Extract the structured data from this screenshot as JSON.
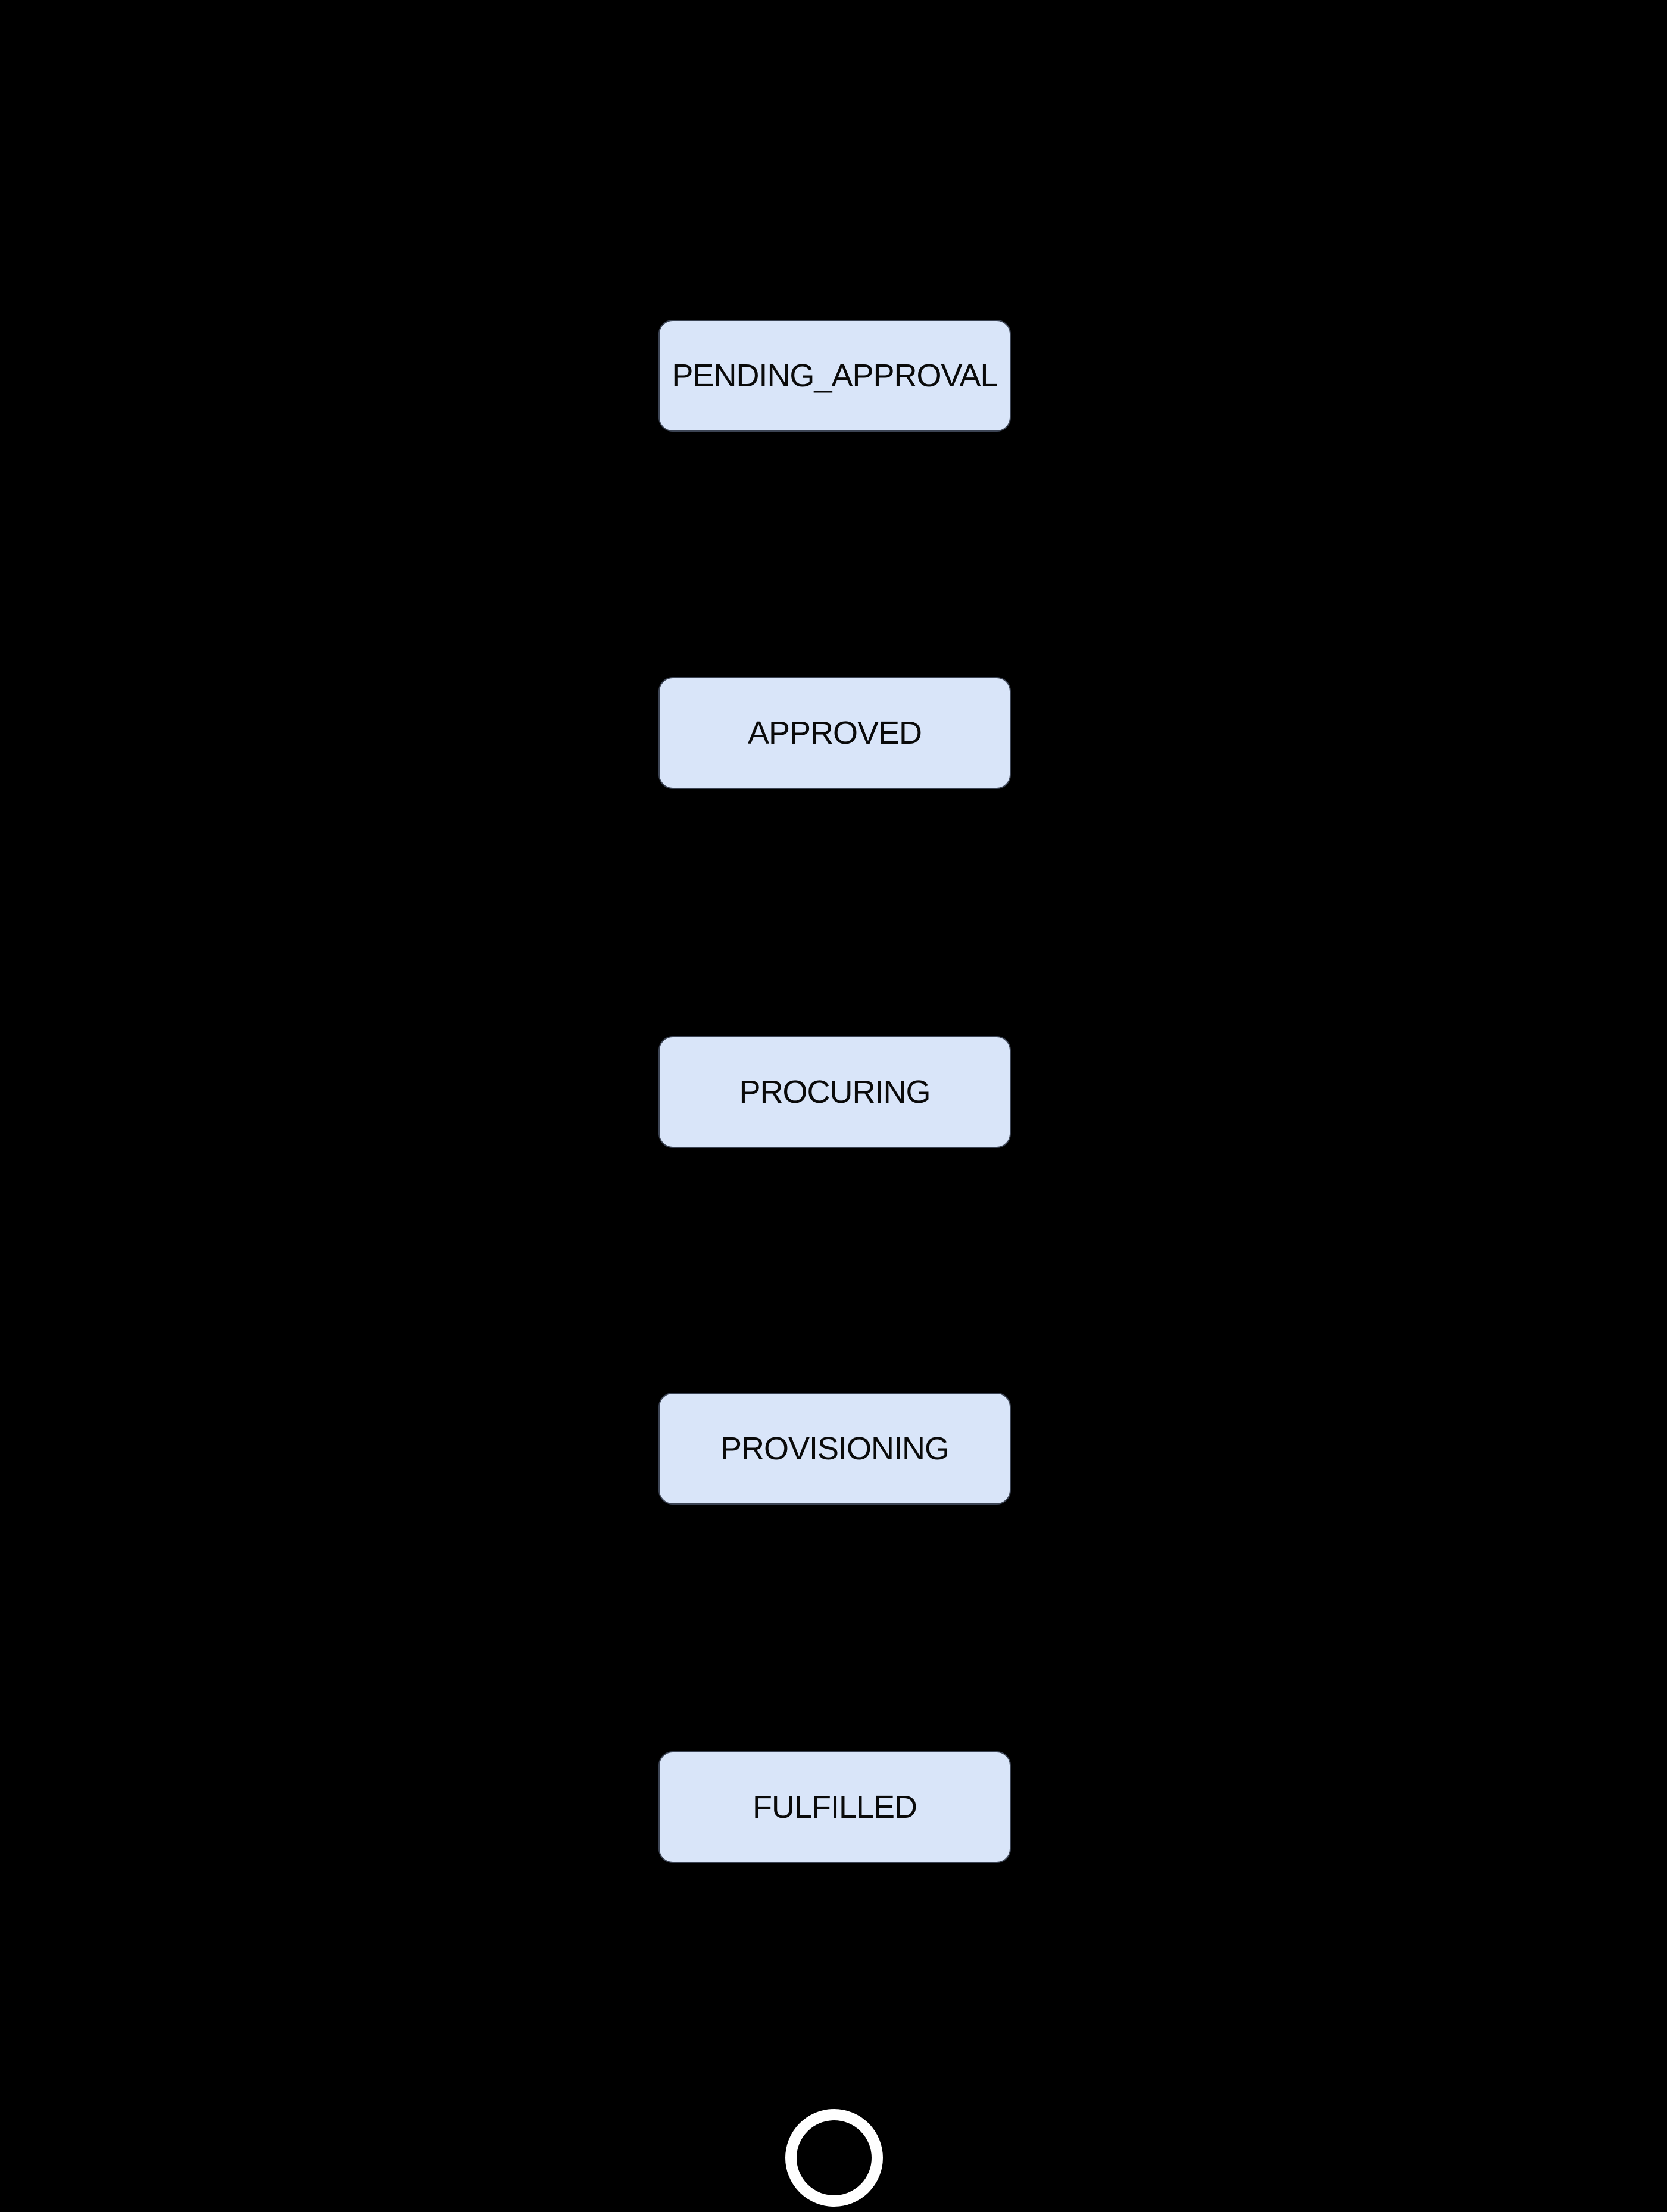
{
  "diagram": {
    "type": "state-machine",
    "background_color": "#000000",
    "node_fill_color": "#d9e5f9",
    "node_border_color": "#3c4454",
    "node_text_color": "#0a0a0a",
    "final_state_color": "#ffffff",
    "states": [
      {
        "label": "PENDING_APPROVAL"
      },
      {
        "label": "APPROVED"
      },
      {
        "label": "PROCURING"
      },
      {
        "label": "PROVISIONING"
      },
      {
        "label": "FULFILLED"
      }
    ],
    "final_state": {
      "name": "end-state-ring"
    }
  }
}
